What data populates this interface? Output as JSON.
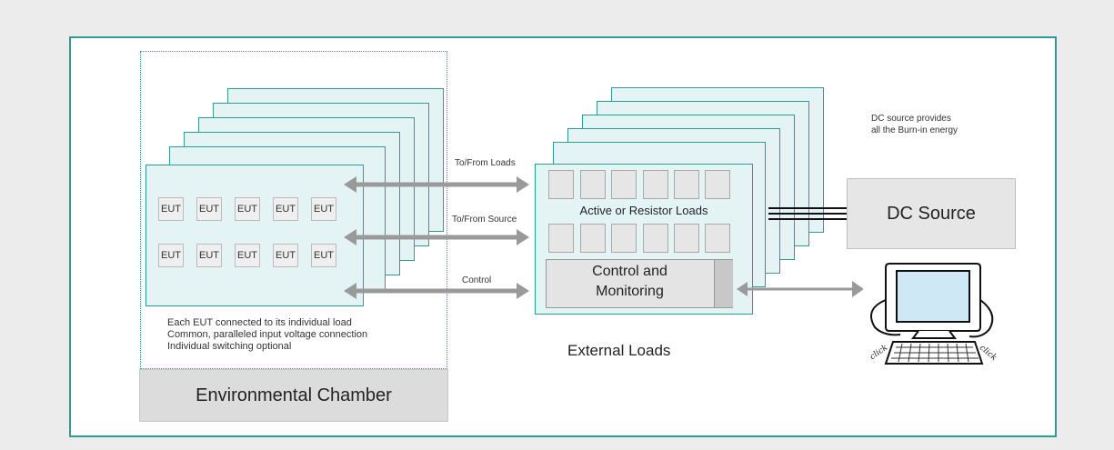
{
  "chamber": {
    "label": "Environmental Chamber",
    "notes": [
      "Each EUT connected to its individual load",
      "Common, paralleled input voltage connection",
      "Individual switching optional"
    ]
  },
  "eut_grid": {
    "row1": [
      "EUT",
      "EUT",
      "EUT",
      "EUT",
      "EUT"
    ],
    "row2": [
      "EUT",
      "EUT",
      "EUT",
      "EUT",
      "EUT"
    ]
  },
  "arrows": {
    "loads": "To/From Loads",
    "source": "To/From Source",
    "control": "Control"
  },
  "external_loads": {
    "label": "External Loads",
    "loads_label": "Active or Resistor Loads",
    "control_label_line1": "Control and",
    "control_label_line2": "Monitoring"
  },
  "dc": {
    "label": "DC Source",
    "note_line1": "DC source provides",
    "note_line2": "all the Burn-in energy"
  },
  "computer": {
    "handwriting_left": "click",
    "handwriting_right": "click"
  },
  "colors": {
    "frame": "#2a9d94",
    "card_fill": "#e4f4f4",
    "arrow": "#9a9a9a"
  }
}
